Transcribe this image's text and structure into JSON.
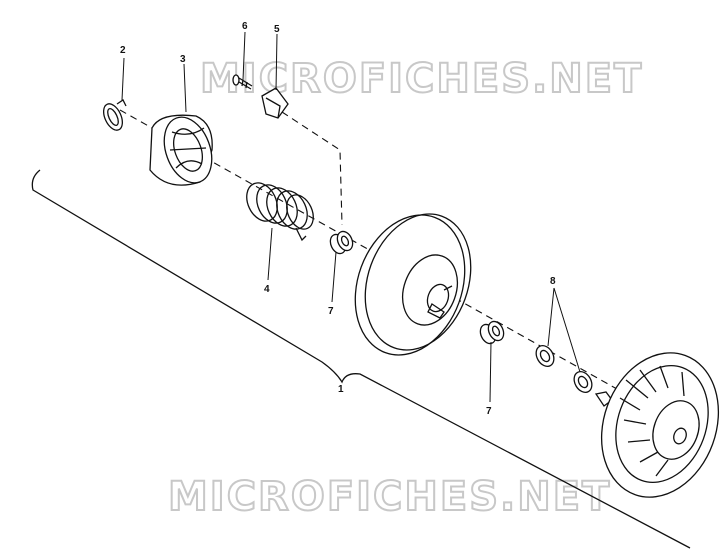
{
  "watermark": {
    "top": "MICROFICHES.NET",
    "bottom": "MICROFICHES.NET"
  },
  "callouts": {
    "assembly": "1",
    "snap_ring": "2",
    "cam": "3",
    "spring": "4",
    "button": "5",
    "screw": "6",
    "bushing_upper": "7",
    "bushing_lower": "7",
    "washers": "8"
  }
}
